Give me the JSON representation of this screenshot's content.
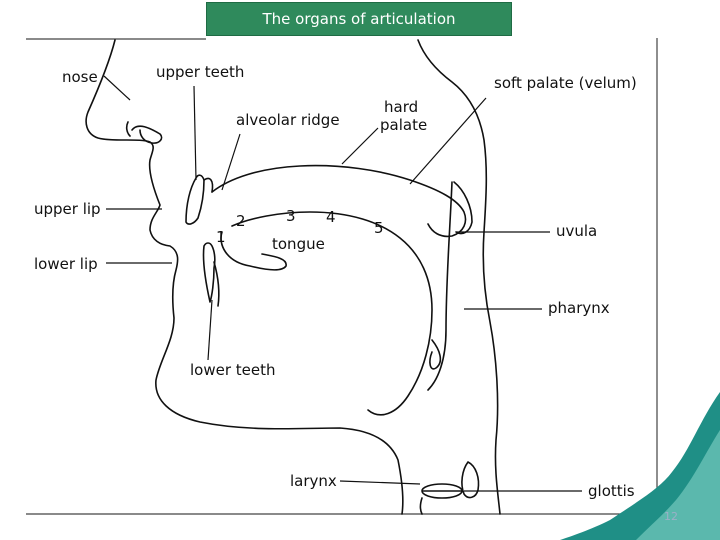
{
  "title": "The organs of articulation",
  "labels": {
    "nose": "nose",
    "upper_teeth": "upper teeth",
    "alveolar_ridge": "alveolar ridge",
    "hard_palate_line1": "hard",
    "hard_palate_line2": "palate",
    "soft_palate": "soft palate (velum)",
    "upper_lip": "upper lip",
    "lower_lip": "lower lip",
    "uvula": "uvula",
    "tongue": "tongue",
    "pharynx": "pharynx",
    "lower_teeth": "lower teeth",
    "larynx": "larynx",
    "glottis": "glottis"
  },
  "numbers": [
    "1",
    "2",
    "3",
    "4",
    "5"
  ],
  "page_number": "12",
  "colors": {
    "title_bg": "#2f8a5c",
    "corner_accent": "#1f8f86",
    "line": "#111111"
  }
}
